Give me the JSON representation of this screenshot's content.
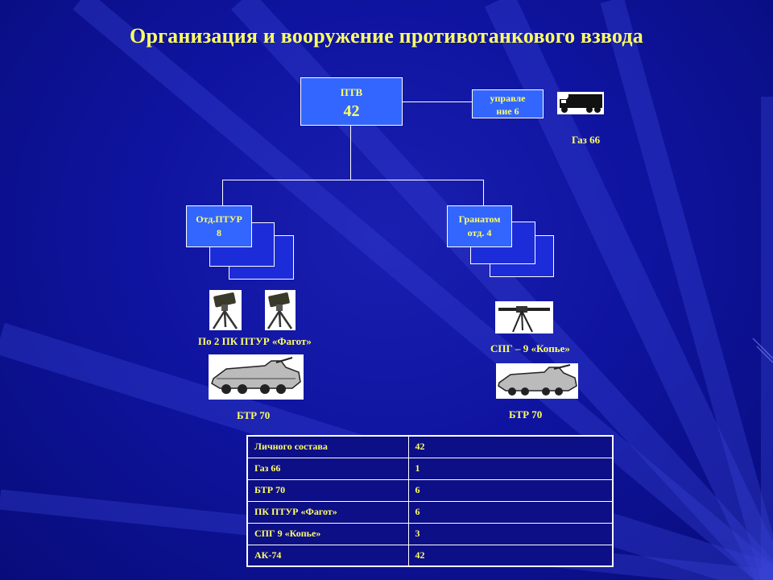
{
  "title": "Организация и вооружение противотанкового взвода",
  "root": {
    "name": "ПТВ",
    "count": "42"
  },
  "control": {
    "line1": "управле",
    "line2": "ние  6"
  },
  "gaz_label": "Газ 66",
  "atgm_squad": {
    "line1": "Отд.ПТУР",
    "line2": "8"
  },
  "grenade_squad": {
    "line1": "Гранатом",
    "line2": "отд.  4"
  },
  "atgm_caption": "По 2 ПК ПТУР «Фагот»",
  "spg_caption": "СПГ – 9 «Копье»",
  "btr_left": "БТР 70",
  "btr_right": "БТР 70",
  "summary_rows": [
    {
      "name": "Личного состава",
      "value": "42"
    },
    {
      "name": "Газ 66",
      "value": "1"
    },
    {
      "name": "БТР 70",
      "value": "6"
    },
    {
      "name": "ПК ПТУР «Фагот»",
      "value": "6"
    },
    {
      "name": "СПГ 9 «Копье»",
      "value": "3"
    },
    {
      "name": "АК-74",
      "value": "42"
    }
  ],
  "icons": {
    "truck": "truck-icon",
    "atgm": "atgm-launcher-icon",
    "spg": "recoilless-gun-icon",
    "btr": "apc-icon"
  }
}
